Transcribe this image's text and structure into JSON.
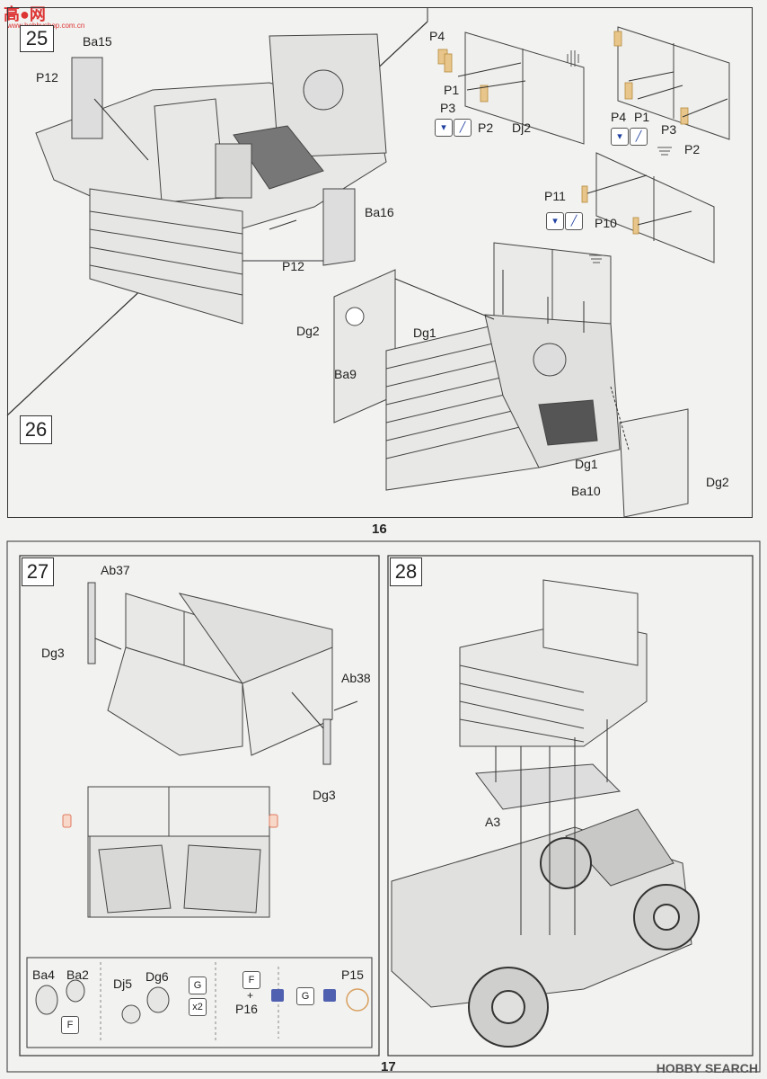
{
  "watermark": {
    "logo": "高●网",
    "url": "www.hobbyshop.com.cn",
    "bottom": "HOBBY SEARCH"
  },
  "page_top": {
    "number": "16"
  },
  "page_bottom": {
    "number": "17"
  },
  "step25": {
    "number": "25",
    "labels": {
      "ba15": "Ba15",
      "p12_a": "P12",
      "p12_b": "P12",
      "ba16": "Ba16"
    }
  },
  "step26": {
    "number": "26",
    "labels": {
      "dg2_a": "Dg2",
      "dg1_a": "Dg1",
      "ba9": "Ba9",
      "dg1_b": "Dg1",
      "ba10": "Ba10",
      "dg2_b": "Dg2"
    }
  },
  "panels": {
    "left": {
      "p4": "P4",
      "p1": "P1",
      "p3": "P3",
      "p2": "P2",
      "dj2": "Dj2"
    },
    "right": {
      "p4": "P4",
      "p1": "P1",
      "p3": "P3",
      "p2": "P2"
    },
    "bottom": {
      "p11": "P11",
      "p10": "P10"
    }
  },
  "step27": {
    "number": "27",
    "labels": {
      "ab37": "Ab37",
      "dg3_a": "Dg3",
      "ab38": "Ab38",
      "dg3_b": "Dg3"
    }
  },
  "step28": {
    "number": "28",
    "labels": {
      "a3": "A3"
    }
  },
  "legend": {
    "ba4": "Ba4",
    "ba2": "Ba2",
    "f1": "F",
    "dj5": "Dj5",
    "dg6": "Dg6",
    "g1": "G",
    "x2": "x2",
    "f2": "F",
    "plus": "+",
    "p16": "P16",
    "g2": "G",
    "p15": "P15"
  }
}
